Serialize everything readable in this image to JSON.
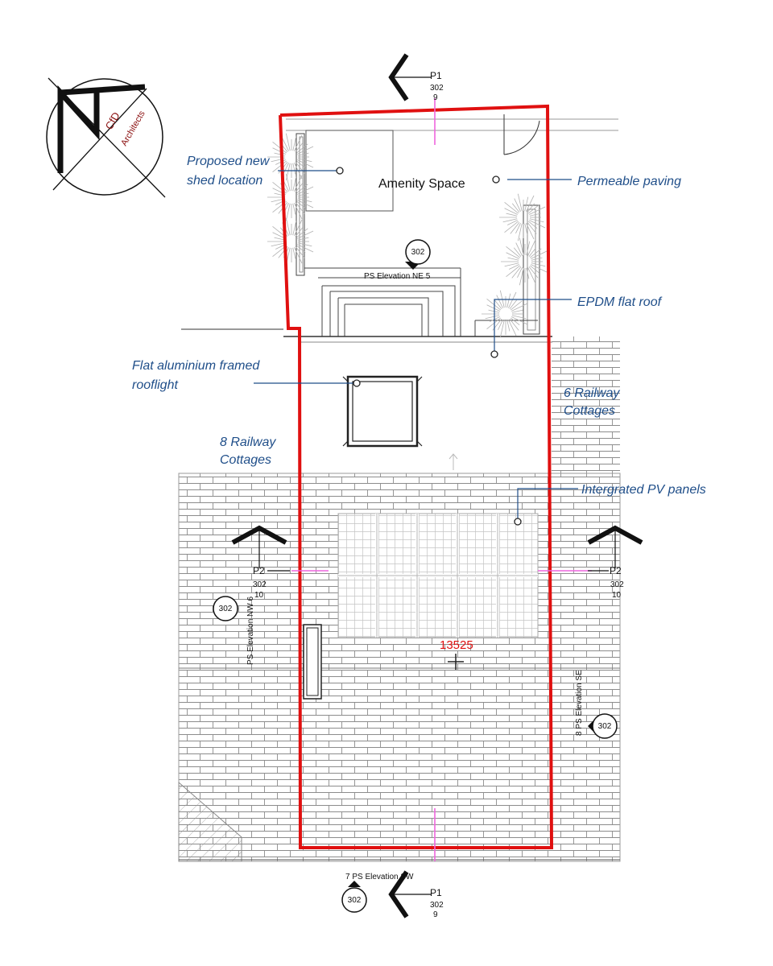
{
  "logo": {
    "text": "CfD",
    "subtext": "Architects"
  },
  "annotations": {
    "shed_line1": "Proposed new",
    "shed_line2": "shed location",
    "amenity": "Amenity Space",
    "paving": "Permeable paving",
    "epdm": "EPDM flat roof",
    "rooflight_line1": "Flat aluminium framed",
    "rooflight_line2": "rooflight",
    "neighbor_right_line1": "6 Railway",
    "neighbor_right_line2": "Cottages",
    "neighbor_left_line1": "8 Railway",
    "neighbor_left_line2": "Cottages",
    "pv": "Intergrated PV panels"
  },
  "sections": {
    "p1_top": {
      "label": "P1",
      "sheet": "302",
      "num": "9"
    },
    "p1_bottom": {
      "label": "P1",
      "sheet": "302",
      "num": "9"
    },
    "p2_left": {
      "label": "P2",
      "sheet": "302",
      "num": "10"
    },
    "p2_right": {
      "label": "P2",
      "sheet": "302",
      "num": "10"
    }
  },
  "elevations": {
    "ne": {
      "sheet": "302",
      "label": "PS Elevation NE  5"
    },
    "nw": {
      "sheet": "302",
      "label": "PS Elevation NW  6"
    },
    "se": {
      "sheet": "302",
      "label": "8  PS Elevation SE"
    },
    "sw": {
      "sheet": "302",
      "label": "7  PS Elevation SW"
    }
  },
  "level": "13525",
  "colors": {
    "boundary": "#e01010",
    "annotation": "#1f4e89",
    "section_line": "#ee66dd",
    "hatch": "#9a9a9a",
    "line": "#222222"
  }
}
